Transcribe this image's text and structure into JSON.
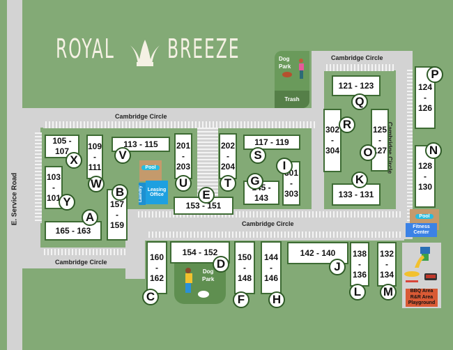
{
  "logo": {
    "left_text": "ROYAL",
    "right_text": "BREEZE",
    "icon": "crown-leaf-icon",
    "color": "#f5f1e4"
  },
  "colors": {
    "grass": "#83aa76",
    "road": "#d3d3d3",
    "building_border": "#3d6b33",
    "dog_park": "#5f8f50",
    "leasing": "#1ea0e0",
    "fitness": "#3b82e6",
    "amenity_label": "#d95a35"
  },
  "streets": {
    "cambridge_top": "Cambridge Circle",
    "cambridge_upper_right": "Cambridge Circle",
    "cambridge_middle": "Cambridge Circle",
    "cambridge_lower_left": "Cambridge Circle",
    "cambridge_vertical": "Cambridge Circle",
    "e_service_road": "E. Service Road"
  },
  "amenities": {
    "dog_park_north": {
      "line1": "Dog",
      "line2": "Park",
      "trash": "Trash"
    },
    "dog_park_south": {
      "line1": "Dog",
      "line2": "Park"
    },
    "pool_west": "Pool",
    "laundry": "Laundry",
    "leasing_office": "Leasing\nOffice",
    "pool_east": "Pool",
    "fitness_center": "Fitness\nCenter",
    "bbq_label": "BBQ Area\nR&R Area\nPlayground"
  },
  "buildings": {
    "X": {
      "letter": "X",
      "units": "105 - 107"
    },
    "W": {
      "letter": "W",
      "units": "109\n-\n111"
    },
    "V": {
      "letter": "V",
      "units": "113 - 115"
    },
    "Y": {
      "letter": "Y",
      "units": "103\n-\n101"
    },
    "A": {
      "letter": "A",
      "units": "165 - 163"
    },
    "B": {
      "letter": "B",
      "units": "157\n-\n159"
    },
    "U": {
      "letter": "U",
      "units": "201\n-\n203"
    },
    "T": {
      "letter": "T",
      "units": "202\n-\n204"
    },
    "E": {
      "letter": "E",
      "units": "153 - 151"
    },
    "S": {
      "letter": "S",
      "units": "117 - 119"
    },
    "G": {
      "letter": "G",
      "units": "145 - 143"
    },
    "I": {
      "letter": "I",
      "units": "301\n-\n303"
    },
    "Q": {
      "letter": "Q",
      "units": "121 - 123"
    },
    "R": {
      "letter": "R",
      "units": "302\n-\n304"
    },
    "O": {
      "letter": "O",
      "units": "125\n-\n127"
    },
    "K": {
      "letter": "K",
      "units": "133 - 131"
    },
    "P": {
      "letter": "P",
      "units": "124\n-\n126"
    },
    "N": {
      "letter": "N",
      "units": "128\n-\n130"
    },
    "C": {
      "letter": "C",
      "units": "160\n-\n162"
    },
    "D": {
      "letter": "D",
      "units": "154 - 152"
    },
    "F": {
      "letter": "F",
      "units": "150\n-\n148"
    },
    "H": {
      "letter": "H",
      "units": "144\n-\n146"
    },
    "J": {
      "letter": "J",
      "units": "142 - 140"
    },
    "L": {
      "letter": "L",
      "units": "138\n-\n136"
    },
    "M": {
      "letter": "M",
      "units": "132\n-\n134"
    }
  }
}
